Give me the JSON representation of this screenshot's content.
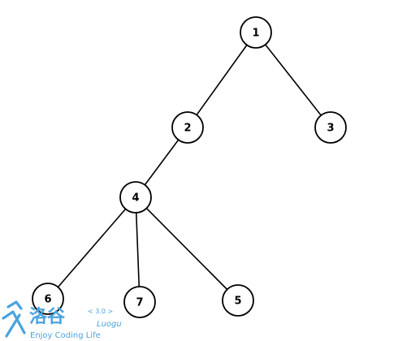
{
  "tree": {
    "nodes": [
      {
        "id": "1",
        "label": "1"
      },
      {
        "id": "2",
        "label": "2"
      },
      {
        "id": "3",
        "label": "3"
      },
      {
        "id": "4",
        "label": "4"
      },
      {
        "id": "5",
        "label": "5"
      },
      {
        "id": "6",
        "label": "6"
      },
      {
        "id": "7",
        "label": "7"
      }
    ],
    "edges": [
      [
        "1",
        "2"
      ],
      [
        "1",
        "3"
      ],
      [
        "2",
        "4"
      ],
      [
        "4",
        "6"
      ],
      [
        "4",
        "7"
      ],
      [
        "4",
        "5"
      ]
    ]
  },
  "watermark": {
    "logo_text": "洛谷",
    "version": "< 3.0 >",
    "brand": "Luogu",
    "slogan": "Enjoy Coding Life",
    "color": "#4aa3df"
  },
  "colors": {
    "node_stroke": "#000000",
    "node_fill": "#ffffff",
    "edge": "#000000"
  }
}
